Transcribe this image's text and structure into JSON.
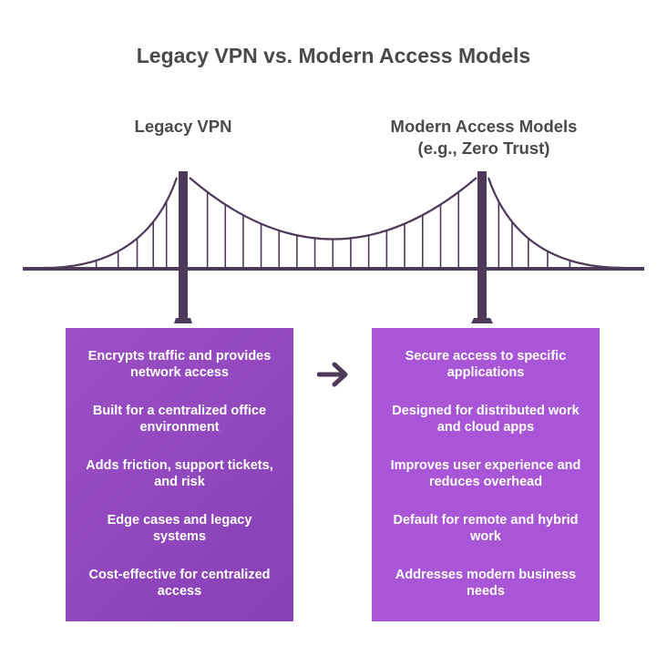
{
  "title": "Legacy VPN vs. Modern Access Models",
  "columns": {
    "left": {
      "heading_lines": [
        "Legacy VPN"
      ],
      "items": [
        "Encrypts traffic and provides network access",
        "Built for a centralized office environment",
        "Adds friction, support tickets, and risk",
        "Edge cases and legacy systems",
        "Cost-effective for centralized access"
      ]
    },
    "right": {
      "heading_lines": [
        "Modern Access Models",
        "(e.g., Zero Trust)"
      ],
      "items": [
        "Secure access to specific applications",
        "Designed for distributed work and cloud apps",
        "Improves user experience and reduces overhead",
        "Default for remote and hybrid work",
        "Addresses modern business needs"
      ]
    }
  },
  "colors": {
    "title": "#4a4a4a",
    "bridge": "#4d3a5a",
    "left_panel": "#9045bd",
    "right_panel": "#a855d8",
    "panel_text": "#ffffff"
  },
  "icons": {
    "bridge": "suspension-bridge-icon",
    "transition": "arrow-right-icon"
  }
}
